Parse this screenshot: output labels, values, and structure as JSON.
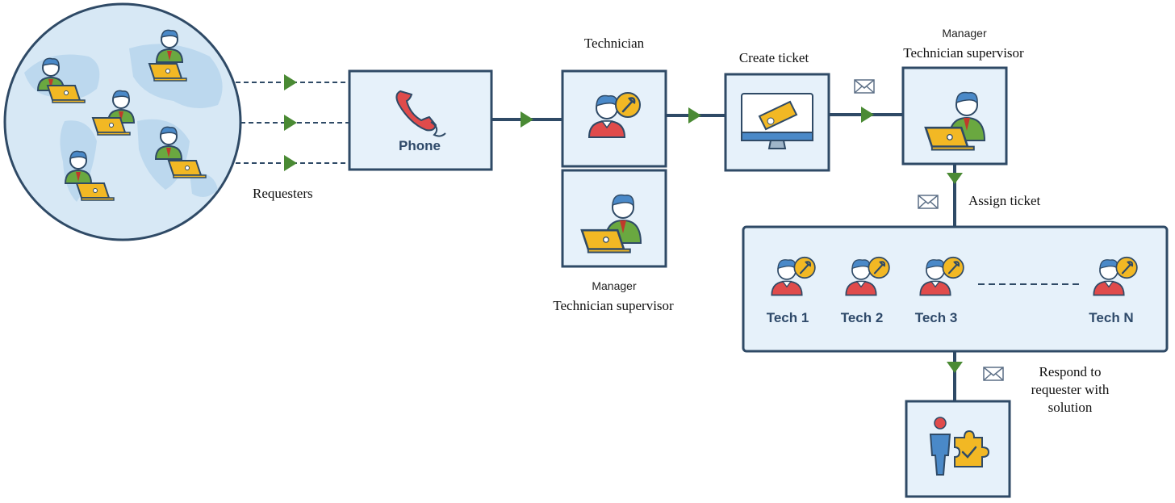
{
  "labels": {
    "requesters": "Requesters",
    "phone": "Phone",
    "technician": "Technician",
    "manager_bottom": "Manager",
    "tech_supervisor_bottom": "Technician supervisor",
    "create_ticket": "Create ticket",
    "manager_top": "Manager",
    "tech_supervisor_top": "Technician supervisor",
    "assign_ticket": "Assign ticket",
    "tech1": "Tech 1",
    "tech2": "Tech 2",
    "tech3": "Tech 3",
    "techN": "Tech N",
    "respond_line1": "Respond to",
    "respond_line2": "requester with",
    "respond_line3": "solution"
  },
  "icons": [
    "globe-with-requesters-icon",
    "phone-icon",
    "technician-icon",
    "manager-laptop-icon",
    "monitor-ticket-icon",
    "envelope-icon",
    "person-puzzle-icon"
  ],
  "colors": {
    "box_fill": "#e6f1fa",
    "stroke": "#2f4a66",
    "arrow": "#4a8a34",
    "globe": "#cfe3f3",
    "person_shirt_green": "#6aa840",
    "tech_shirt_red": "#e04b4b",
    "laptop_yellow": "#f2b824"
  }
}
